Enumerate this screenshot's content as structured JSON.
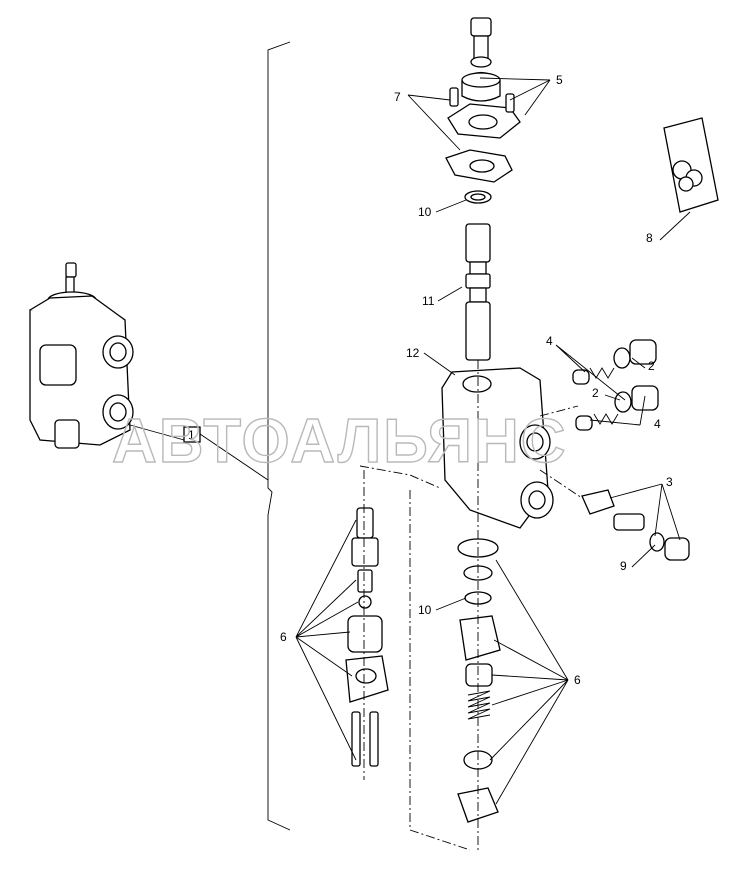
{
  "watermark": "АВТОАЛЬЯНС",
  "labels": {
    "l1": "1",
    "l2a": "2",
    "l2b": "2",
    "l3": "3",
    "l4a": "4",
    "l4b": "4",
    "l5": "5",
    "l6a": "6",
    "l6b": "6",
    "l7": "7",
    "l8": "8",
    "l9": "9",
    "l10a": "10",
    "l10b": "10",
    "l11": "11",
    "l12": "12"
  }
}
